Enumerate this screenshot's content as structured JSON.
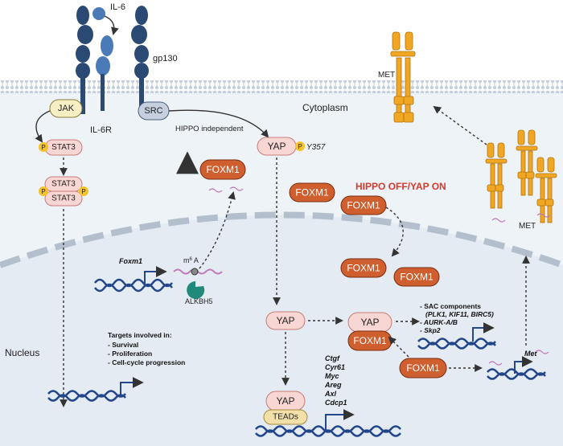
{
  "labels": {
    "il6": "IL-6",
    "gp130": "gp130",
    "il6r": "IL-6R",
    "jak": "JAK",
    "src": "SRC",
    "cytoplasm": "Cytoplasm",
    "met_top": "MET",
    "met_lower": "MET",
    "hippo_independent": "HIPPO independent",
    "yap": "YAP",
    "y357": "Y357",
    "stat3": "STAT3",
    "p": "P",
    "foxm1": "FOXM1",
    "hippo_off": "HIPPO OFF/YAP ON",
    "foxm1_gene": "Foxm1",
    "m6a_prefix": "m",
    "m6a_sup": "6",
    "m6a_suffix": " A",
    "alkbh5": "ALKBH5",
    "nucleus": "Nucleus",
    "teads": "TEADs",
    "met_gene": "Met"
  },
  "targets_block": {
    "title": "Targets involved in:",
    "items": [
      "- Survival",
      "- Proliferation",
      "- Cell-cycle progression"
    ]
  },
  "tead_targets": [
    "Ctgf",
    "Cyr61",
    "Myc",
    "Areg",
    "Axl",
    "Cdcp1"
  ],
  "sac_block": {
    "line1": "- SAC components",
    "line2": "(PLK1, KIF11, BIRC5)",
    "line3": "- AURK-A/B",
    "line4": "- Skp2"
  },
  "colors": {
    "membrane": "#b9c6d6",
    "cytoplasm_bg": "#edf2f7",
    "receptor_dark": "#2b4a73",
    "receptor_light": "#4a7ab8",
    "jak": "#f6efc4",
    "src": "#c5cfe0",
    "pink_fill": "#f7d6d4",
    "pink_stroke": "#c97c78",
    "foxm1": "#cf5f2f",
    "met": "#f0a724",
    "hippo_red": "#d63a2e",
    "dna": "#23478a",
    "alkbh5": "#1f8a7a",
    "phospho": "#f4c22b",
    "teads": "#f3dfa8"
  }
}
